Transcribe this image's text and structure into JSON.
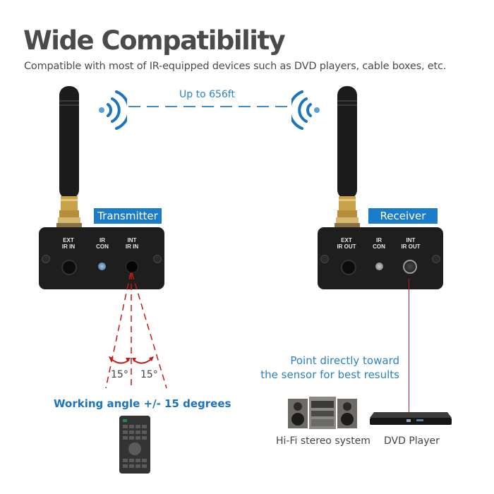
{
  "header": {
    "title": "Wide Compatibility",
    "subtitle": "Compatible with most of IR-equipped devices such as DVD players, cable boxes, etc."
  },
  "link": {
    "range_label": "Up to 656ft",
    "left_icon": "wireless-signal-icon",
    "right_icon": "wireless-signal-icon"
  },
  "transmitter": {
    "label": "Transmitter",
    "ports": [
      {
        "line1": "EXT",
        "line2": "IR IN"
      },
      {
        "line1": "IR",
        "line2": "CON"
      },
      {
        "line1": "INT",
        "line2": "IR IN"
      }
    ]
  },
  "receiver": {
    "label": "Receiver",
    "ports": [
      {
        "line1": "EXT",
        "line2": "IR OUT"
      },
      {
        "line1": "IR",
        "line2": "CON"
      },
      {
        "line1": "INT",
        "line2": "IR OUT"
      }
    ]
  },
  "angle": {
    "left_value": "15°",
    "right_value": "15°",
    "caption": "Working angle +/- 15 degrees"
  },
  "tip": {
    "line1": "Point directly toward",
    "line2": "the sensor for best results"
  },
  "devices": [
    {
      "label": "Hi-Fi stereo system",
      "icon": "stereo-system-icon"
    },
    {
      "label": "DVD Player",
      "icon": "dvd-player-icon"
    }
  ],
  "colors": {
    "accent_blue": "#1b7cc9",
    "title_gray": "#4a4a4a",
    "ir_red": "#c41a1a",
    "device_black": "#1e1e1e"
  }
}
